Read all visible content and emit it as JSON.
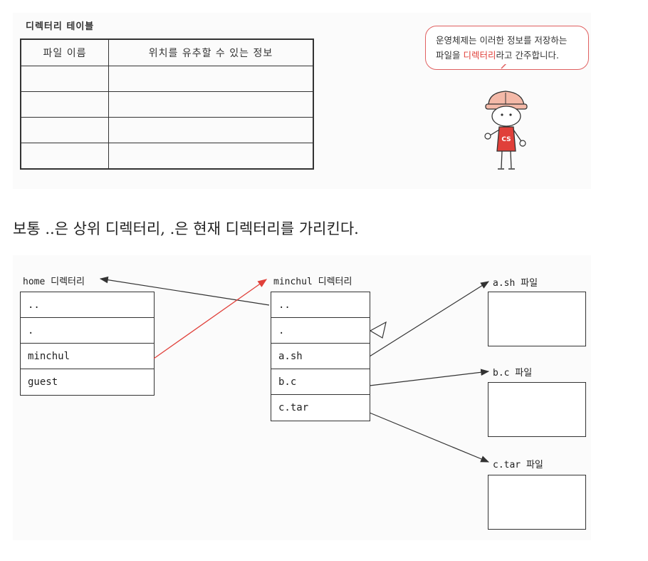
{
  "dir_table": {
    "title": "디렉터리 테이블",
    "headers": [
      "파일 이름",
      "위치를 유추할 수 있는 정보"
    ],
    "rows": [
      [
        "",
        ""
      ],
      [
        "",
        ""
      ],
      [
        "",
        ""
      ],
      [
        "",
        ""
      ]
    ]
  },
  "bubble": {
    "line1": "운영체제는 이러한 정보를 저장하는",
    "line2_pre": "파일을 ",
    "line2_highlight": "디렉터리",
    "line2_post": "라고 간주합니다.",
    "highlight_color": "#e0403a"
  },
  "character": {
    "shirt_label": "CS"
  },
  "sentence": "보통 ..은 상위 디렉터리, .은 현재 디렉터리를 가리킨다.",
  "home_dir": {
    "label": "home 디렉터리",
    "entries": [
      "..",
      ".",
      "minchul",
      "guest"
    ]
  },
  "minchul_dir": {
    "label": "minchul 디렉터리",
    "entries": [
      "..",
      ".",
      "a.sh",
      "b.c",
      "c.tar"
    ]
  },
  "files": {
    "ash_label": "a.sh 파일",
    "bc_label": "b.c 파일",
    "ctar_label": "c.tar 파일"
  },
  "colors": {
    "arrow_highlight": "#e0403a",
    "arrow_default": "#333333"
  }
}
